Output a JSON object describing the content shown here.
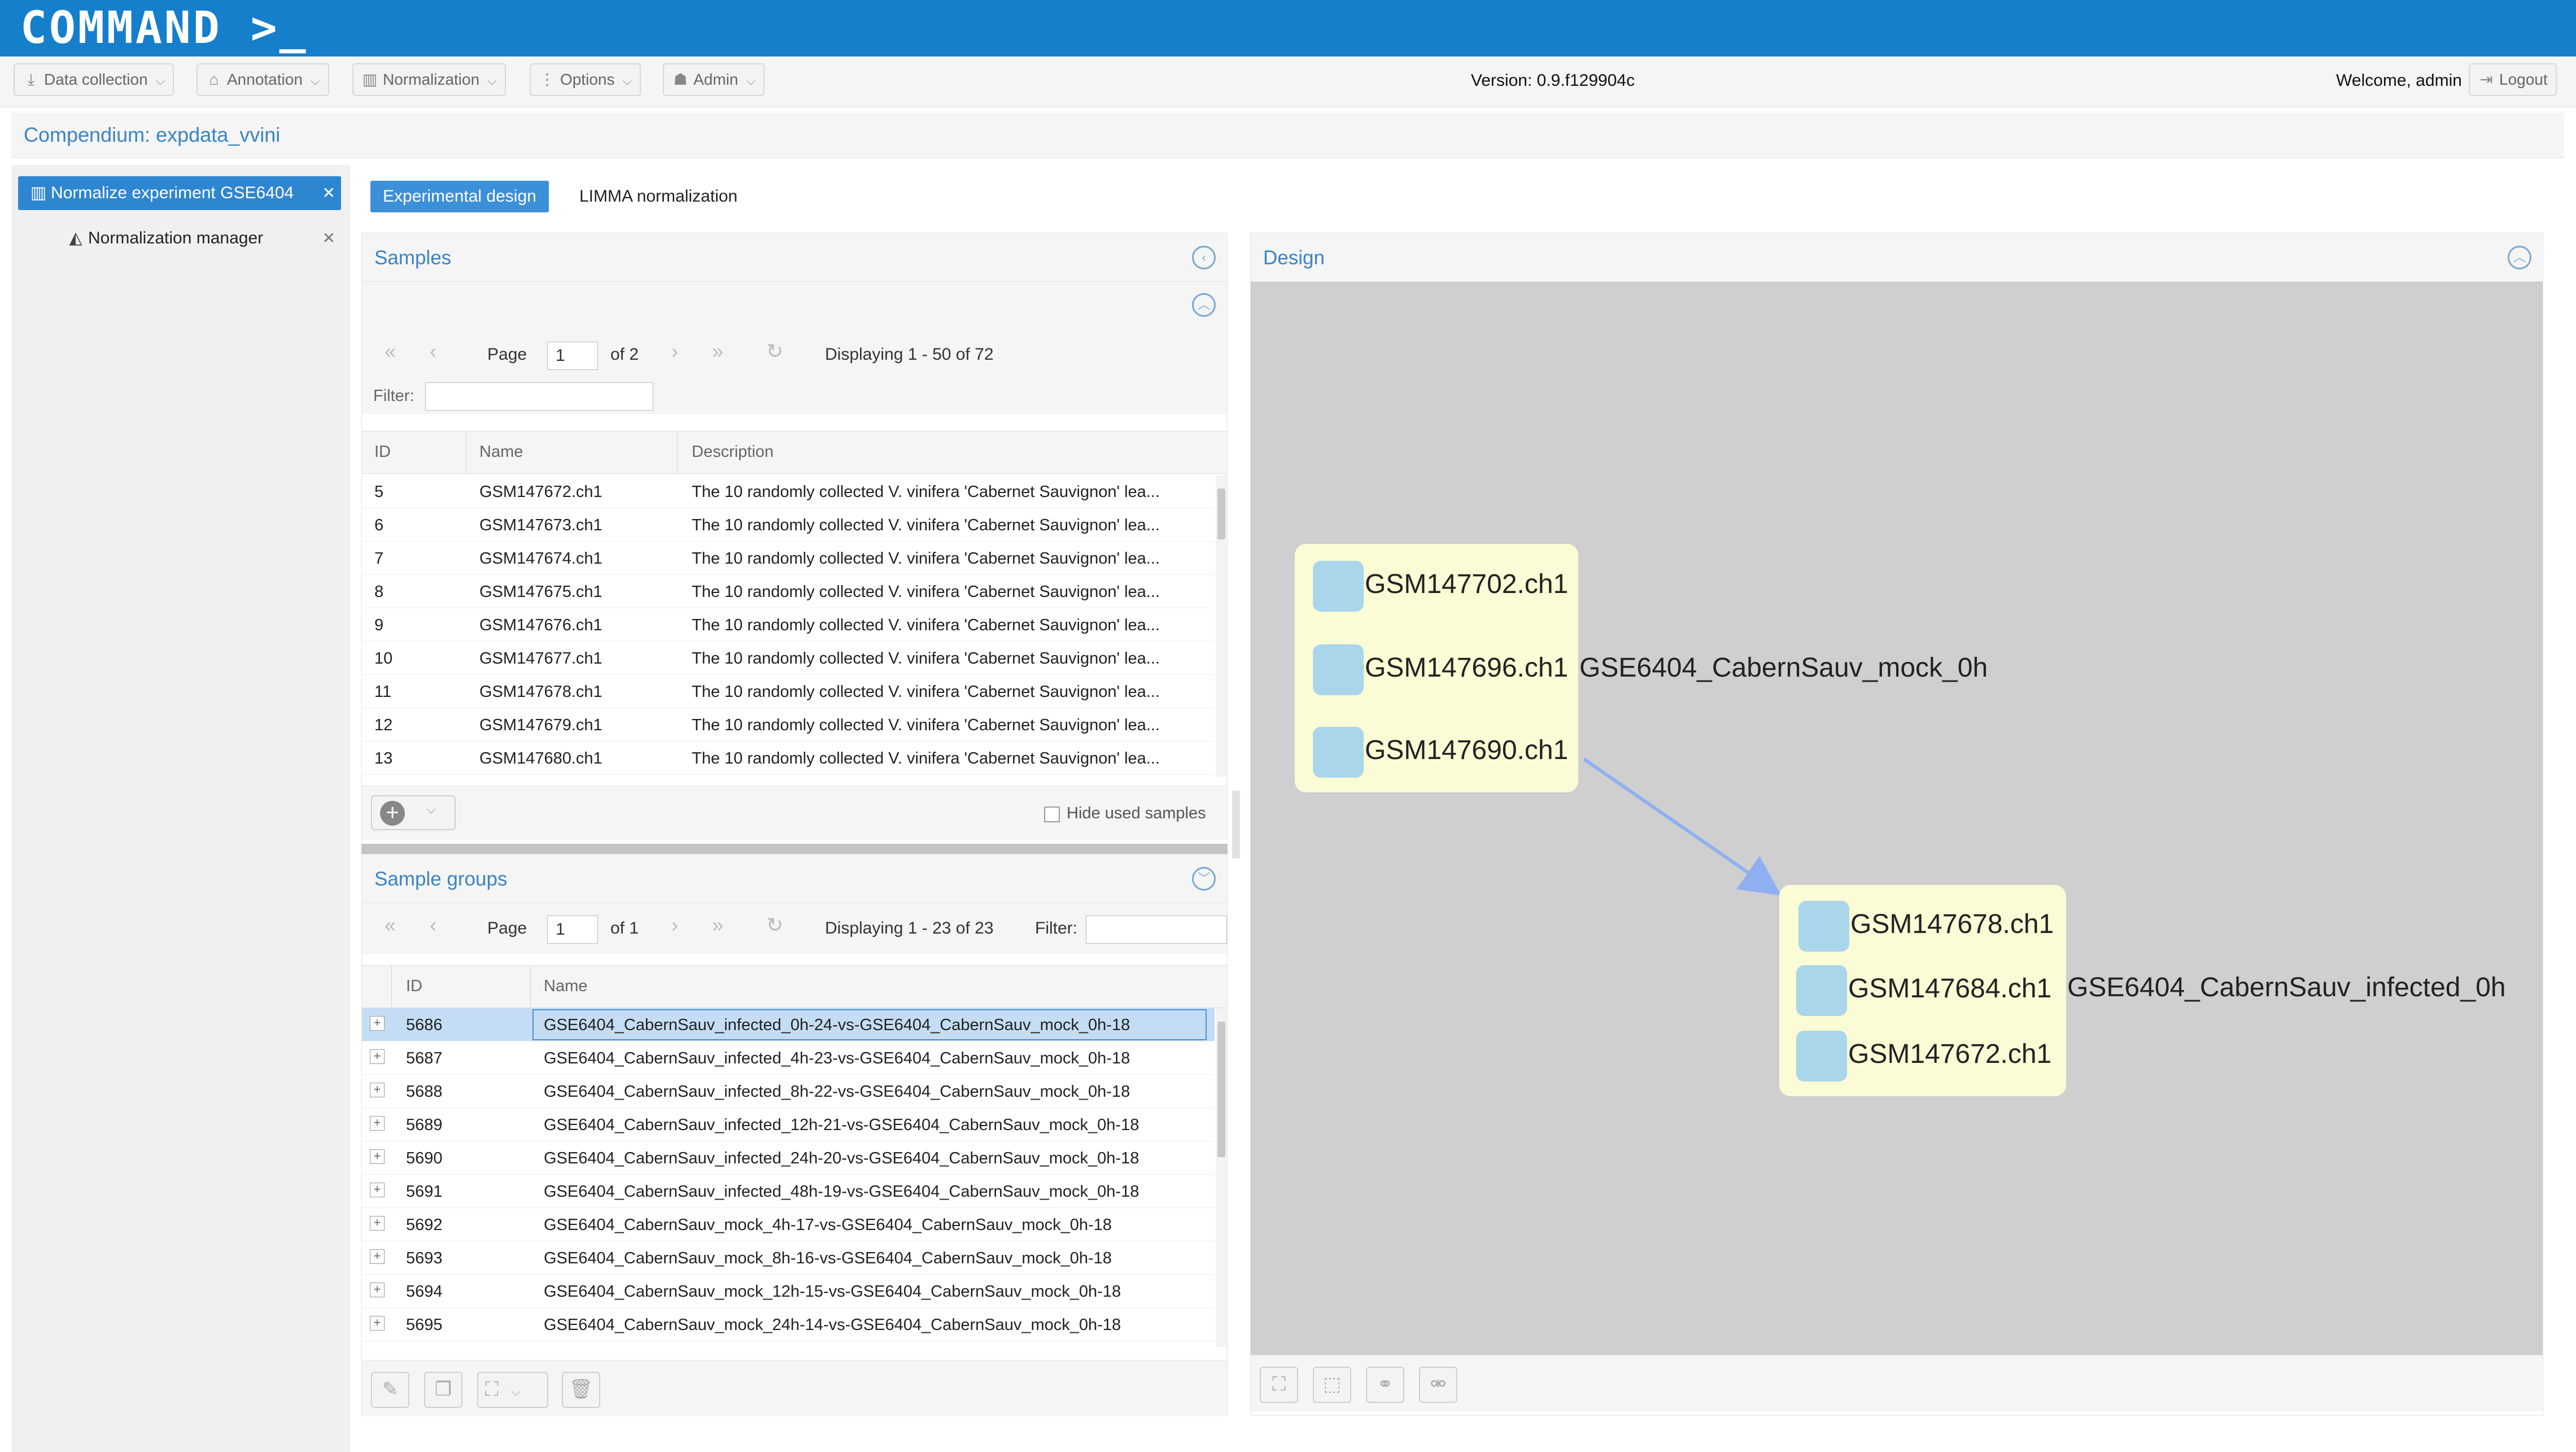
{
  "app": {
    "logo": "COMMAND >_",
    "version": "Version: 0.9.f129904c",
    "welcome": "Welcome, admin"
  },
  "toolbar": {
    "data_collection": "Data collection",
    "annotation": "Annotation",
    "normalization": "Normalization",
    "options": "Options",
    "admin": "Admin",
    "logout": "Logout"
  },
  "compendium": "Compendium: expdata_vvini",
  "nav": {
    "normalize_experiment": "Normalize experiment GSE6404",
    "normalization_manager": "Normalization manager"
  },
  "tabs": {
    "experimental_design": "Experimental design",
    "limma": "LIMMA normalization"
  },
  "samples": {
    "title": "Samples",
    "pager": {
      "page_label": "Page",
      "page_value": "1",
      "of": "of 2",
      "displaying": "Displaying 1 - 50 of 72"
    },
    "filter_label": "Filter:",
    "filter_value": "",
    "columns": {
      "id": "ID",
      "name": "Name",
      "description": "Description"
    },
    "rows": [
      {
        "id": "5",
        "name": "GSM147672.ch1",
        "description": "The 10 randomly collected V. vinifera 'Cabernet Sauvignon' lea..."
      },
      {
        "id": "6",
        "name": "GSM147673.ch1",
        "description": "The 10 randomly collected V. vinifera 'Cabernet Sauvignon' lea..."
      },
      {
        "id": "7",
        "name": "GSM147674.ch1",
        "description": "The 10 randomly collected V. vinifera 'Cabernet Sauvignon' lea..."
      },
      {
        "id": "8",
        "name": "GSM147675.ch1",
        "description": "The 10 randomly collected V. vinifera 'Cabernet Sauvignon' lea..."
      },
      {
        "id": "9",
        "name": "GSM147676.ch1",
        "description": "The 10 randomly collected V. vinifera 'Cabernet Sauvignon' lea..."
      },
      {
        "id": "10",
        "name": "GSM147677.ch1",
        "description": "The 10 randomly collected V. vinifera 'Cabernet Sauvignon' lea..."
      },
      {
        "id": "11",
        "name": "GSM147678.ch1",
        "description": "The 10 randomly collected V. vinifera 'Cabernet Sauvignon' lea..."
      },
      {
        "id": "12",
        "name": "GSM147679.ch1",
        "description": "The 10 randomly collected V. vinifera 'Cabernet Sauvignon' lea..."
      },
      {
        "id": "13",
        "name": "GSM147680.ch1",
        "description": "The 10 randomly collected V. vinifera 'Cabernet Sauvignon' lea..."
      }
    ],
    "hide_used": "Hide used samples"
  },
  "groups": {
    "title": "Sample groups",
    "pager": {
      "page_label": "Page",
      "page_value": "1",
      "of": "of 1",
      "displaying": "Displaying 1 - 23 of 23"
    },
    "filter_label": "Filter:",
    "filter_value": "",
    "columns": {
      "id": "ID",
      "name": "Name"
    },
    "rows": [
      {
        "id": "5686",
        "name": "GSE6404_CabernSauv_infected_0h-24-vs-GSE6404_CabernSauv_mock_0h-18"
      },
      {
        "id": "5687",
        "name": "GSE6404_CabernSauv_infected_4h-23-vs-GSE6404_CabernSauv_mock_0h-18"
      },
      {
        "id": "5688",
        "name": "GSE6404_CabernSauv_infected_8h-22-vs-GSE6404_CabernSauv_mock_0h-18"
      },
      {
        "id": "5689",
        "name": "GSE6404_CabernSauv_infected_12h-21-vs-GSE6404_CabernSauv_mock_0h-18"
      },
      {
        "id": "5690",
        "name": "GSE6404_CabernSauv_infected_24h-20-vs-GSE6404_CabernSauv_mock_0h-18"
      },
      {
        "id": "5691",
        "name": "GSE6404_CabernSauv_infected_48h-19-vs-GSE6404_CabernSauv_mock_0h-18"
      },
      {
        "id": "5692",
        "name": "GSE6404_CabernSauv_mock_4h-17-vs-GSE6404_CabernSauv_mock_0h-18"
      },
      {
        "id": "5693",
        "name": "GSE6404_CabernSauv_mock_8h-16-vs-GSE6404_CabernSauv_mock_0h-18"
      },
      {
        "id": "5694",
        "name": "GSE6404_CabernSauv_mock_12h-15-vs-GSE6404_CabernSauv_mock_0h-18"
      },
      {
        "id": "5695",
        "name": "GSE6404_CabernSauv_mock_24h-14-vs-GSE6404_CabernSauv_mock_0h-18"
      }
    ]
  },
  "design": {
    "title": "Design",
    "group_mock": {
      "label": "GSE6404_CabernSauv_mock_0h",
      "samples": [
        "GSM147702.ch1",
        "GSM147696.ch1",
        "GSM147690.ch1"
      ]
    },
    "group_infected": {
      "label": "GSE6404_CabernSauv_infected_0h",
      "samples": [
        "GSM147678.ch1",
        "GSM147684.ch1",
        "GSM147672.ch1"
      ]
    }
  },
  "colors": {
    "header": "#157fcc",
    "accent": "#3a84c6",
    "group_box": "#fbfbd5",
    "sample_node": "#a9d6ea",
    "design_bg": "#cfcfcf",
    "edge": "#8fb0f0"
  }
}
